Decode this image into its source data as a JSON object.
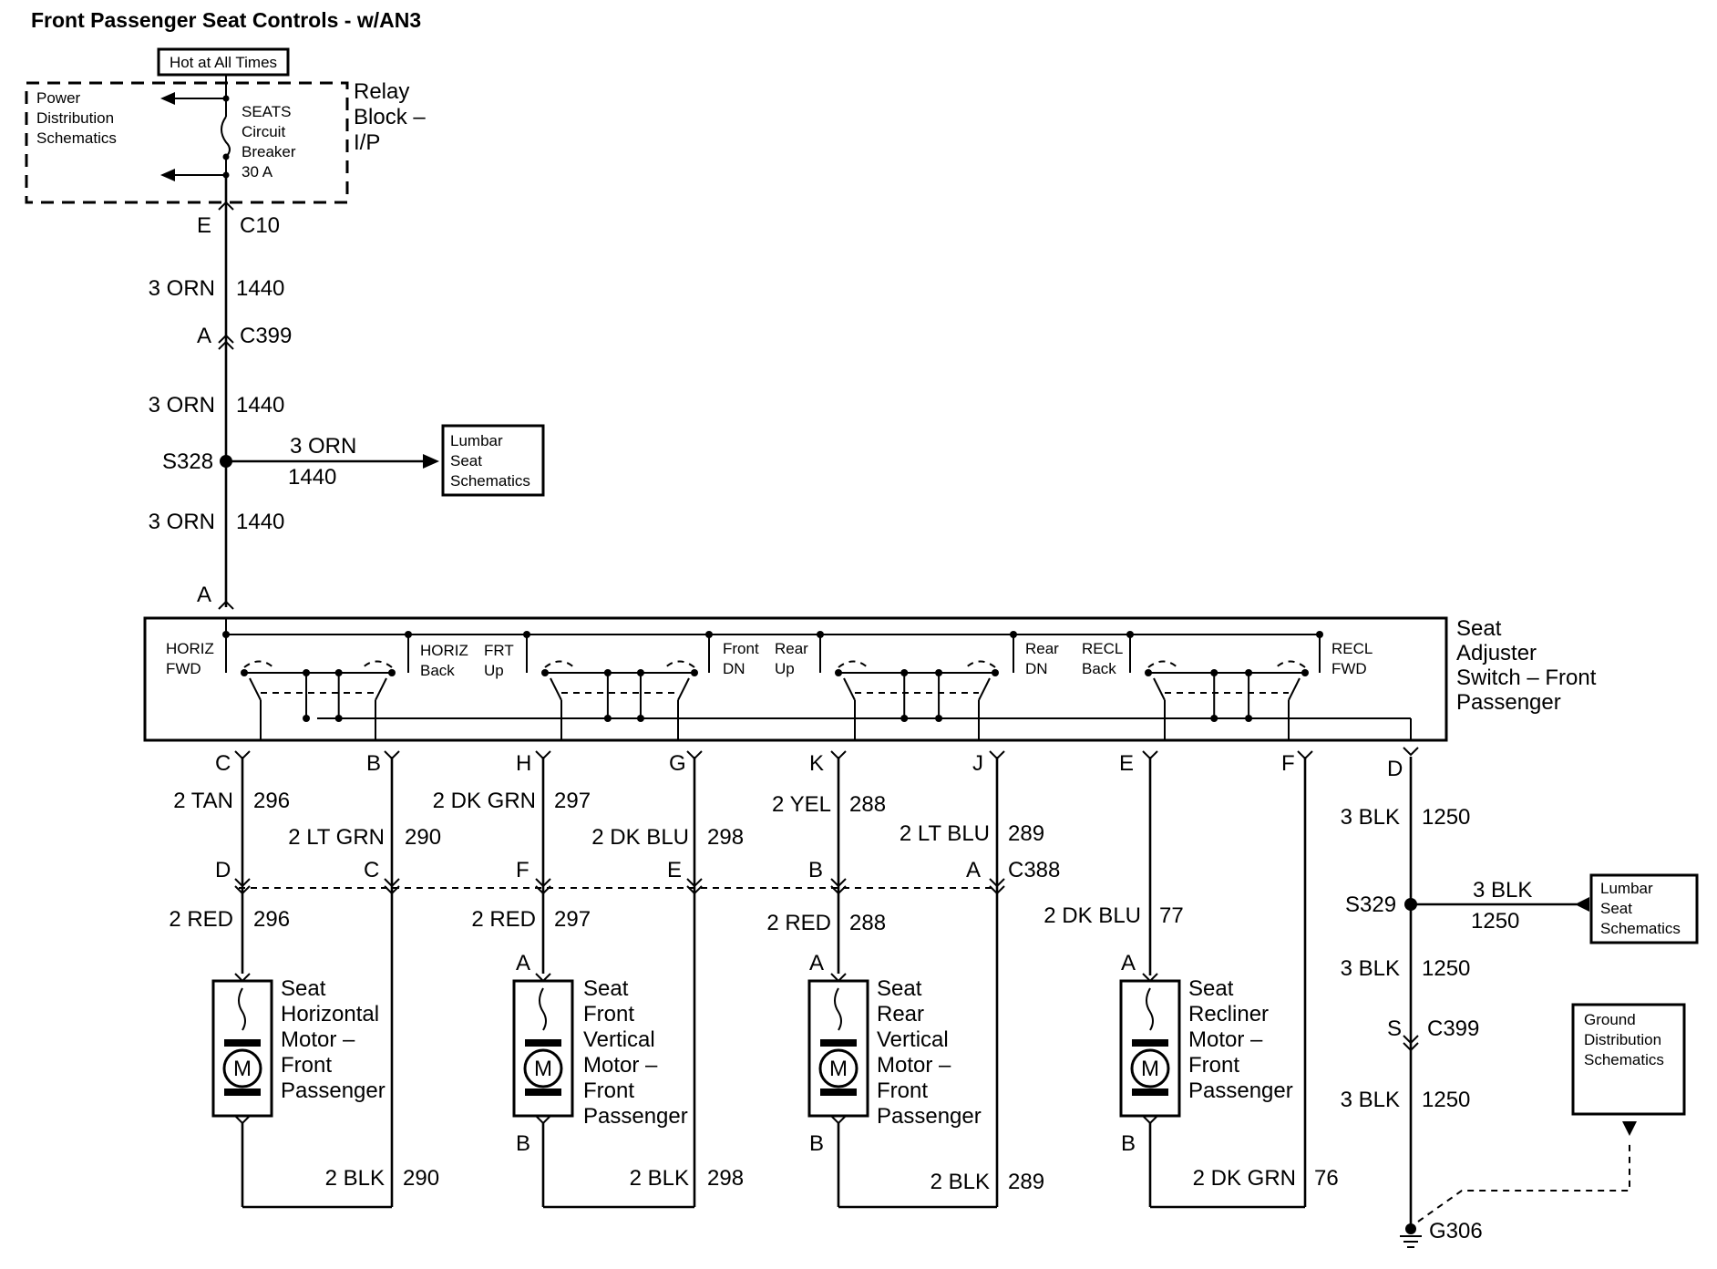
{
  "title": "Front Passenger Seat Controls - w/AN3",
  "relay": {
    "hot_label": "Hot at All Times",
    "block_label": [
      "Relay",
      "Block –",
      "I/P"
    ],
    "power_dist": [
      "Power",
      "Distribution",
      "Schematics"
    ],
    "breaker": [
      "SEATS",
      "Circuit",
      "Breaker",
      "30 A"
    ]
  },
  "main_feed": {
    "pin_e": "E",
    "conn_c10": "C10",
    "wire1_color": "3 ORN",
    "wire1_circuit": "1440",
    "pin_a": "A",
    "conn_c399": "C399",
    "wire2_color": "3 ORN",
    "wire2_circuit": "1440",
    "splice": "S328",
    "branch_color": "3 ORN",
    "branch_circuit": "1440",
    "wire3_color": "3 ORN",
    "wire3_circuit": "1440",
    "switch_pin": "A"
  },
  "lumbar_top": [
    "Lumbar",
    "Seat",
    "Schematics"
  ],
  "switch": {
    "name": [
      "Seat",
      "Adjuster",
      "Switch – Front",
      "Passenger"
    ],
    "labels": {
      "horiz_fwd": [
        "HORIZ",
        "FWD"
      ],
      "horiz_back": [
        "HORIZ",
        "Back"
      ],
      "frt_up": [
        "FRT",
        "Up"
      ],
      "front_dn": [
        "Front",
        "DN"
      ],
      "rear_up": [
        "Rear",
        "Up"
      ],
      "rear_dn": [
        "Rear",
        "DN"
      ],
      "recl_back": [
        "RECL",
        "Back"
      ],
      "recl_fwd": [
        "RECL",
        "FWD"
      ]
    },
    "pins": [
      "C",
      "B",
      "H",
      "G",
      "K",
      "J",
      "E",
      "F",
      "D"
    ]
  },
  "wires_upper": [
    {
      "color": "2 TAN",
      "circuit": "296"
    },
    {
      "color": "2 LT GRN",
      "circuit": "290"
    },
    {
      "color": "2 DK GRN",
      "circuit": "297"
    },
    {
      "color": "2 DK BLU",
      "circuit": "298"
    },
    {
      "color": "2 YEL",
      "circuit": "288"
    },
    {
      "color": "2 LT BLU",
      "circuit": "289"
    }
  ],
  "c388": {
    "name": "C388",
    "pins": [
      "D",
      "C",
      "F",
      "E",
      "B",
      "A"
    ]
  },
  "wires_lower": [
    {
      "color": "2 RED",
      "circuit": "296"
    },
    {
      "color": "2 RED",
      "circuit": "297"
    },
    {
      "color": "2 RED",
      "circuit": "288"
    },
    {
      "color": "2 DK BLU",
      "circuit": "77"
    }
  ],
  "motors": [
    {
      "name": [
        "Seat",
        "Horizontal",
        "Motor –",
        "Front",
        "Passenger"
      ],
      "symbol": "M"
    },
    {
      "name": [
        "Seat",
        "Front",
        "Vertical",
        "Motor –",
        "Front",
        "Passenger"
      ],
      "symbol": "M",
      "pin_top": "A",
      "pin_bottom": "B"
    },
    {
      "name": [
        "Seat",
        "Rear",
        "Vertical",
        "Motor –",
        "Front",
        "Passenger"
      ],
      "symbol": "M",
      "pin_top": "A",
      "pin_bottom": "B"
    },
    {
      "name": [
        "Seat",
        "Recliner",
        "Motor –",
        "Front",
        "Passenger"
      ],
      "symbol": "M",
      "pin_top": "A",
      "pin_bottom": "B"
    }
  ],
  "wires_return": [
    {
      "color": "2 BLK",
      "circuit": "290"
    },
    {
      "color": "2 BLK",
      "circuit": "298"
    },
    {
      "color": "2 BLK",
      "circuit": "289"
    },
    {
      "color": "2 DK GRN",
      "circuit": "76"
    }
  ],
  "ground": {
    "wire1_color": "3 BLK",
    "wire1_circuit": "1250",
    "splice": "S329",
    "branch_color": "3 BLK",
    "branch_circuit": "1250",
    "wire2_color": "3 BLK",
    "wire2_circuit": "1250",
    "pin_s": "S",
    "conn": "C399",
    "wire3_color": "3 BLK",
    "wire3_circuit": "1250",
    "gnd": "G306"
  },
  "lumbar_right": [
    "Lumbar",
    "Seat",
    "Schematics"
  ],
  "ground_dist": [
    "Ground",
    "Distribution",
    "Schematics"
  ]
}
